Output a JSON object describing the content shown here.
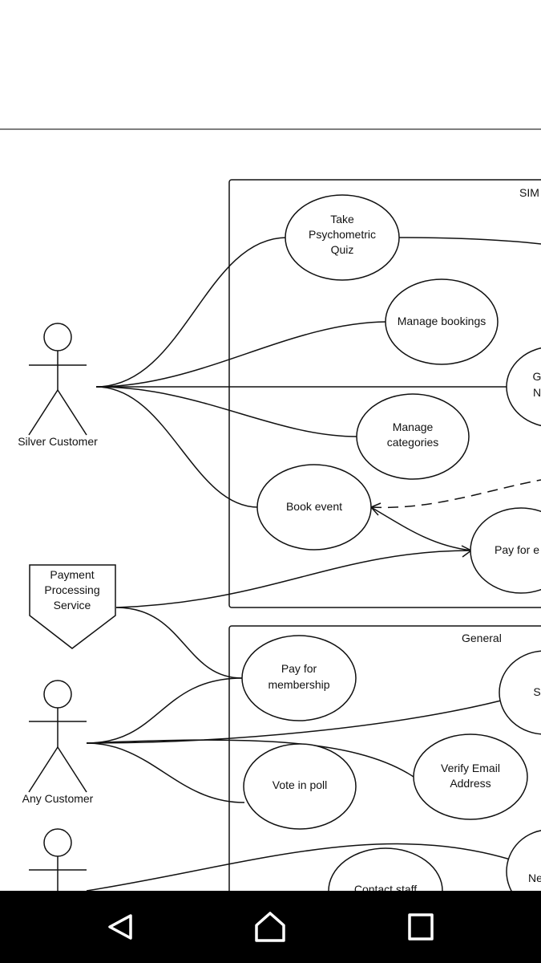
{
  "systems": {
    "top_label": "SIM",
    "general_label": "General"
  },
  "actors": {
    "silver": "Silver Customer",
    "any": "Any Customer",
    "payment_l1": "Payment",
    "payment_l2": "Processing",
    "payment_l3": "Service"
  },
  "use_cases": {
    "quiz_l1": "Take",
    "quiz_l2": "Psychometric",
    "quiz_l3": "Quiz",
    "manage_bookings": "Manage bookings",
    "g_partial_l1": "G",
    "g_partial_l2": "N",
    "manage_categories_l1": "Manage",
    "manage_categories_l2": "categories",
    "book_event": "Book event",
    "pay_event": "Pay for e",
    "pay_membership_l1": "Pay for",
    "pay_membership_l2": "membership",
    "s_partial": "S",
    "verify_email_l1": "Verify Email",
    "verify_email_l2": "Address",
    "vote_poll": "Vote in poll",
    "contact_staff": "Contact staff",
    "ne_partial": "Ne"
  },
  "navbar": {
    "back": "back-icon",
    "home": "home-icon",
    "recents": "recents-icon",
    "color": "#000000"
  }
}
